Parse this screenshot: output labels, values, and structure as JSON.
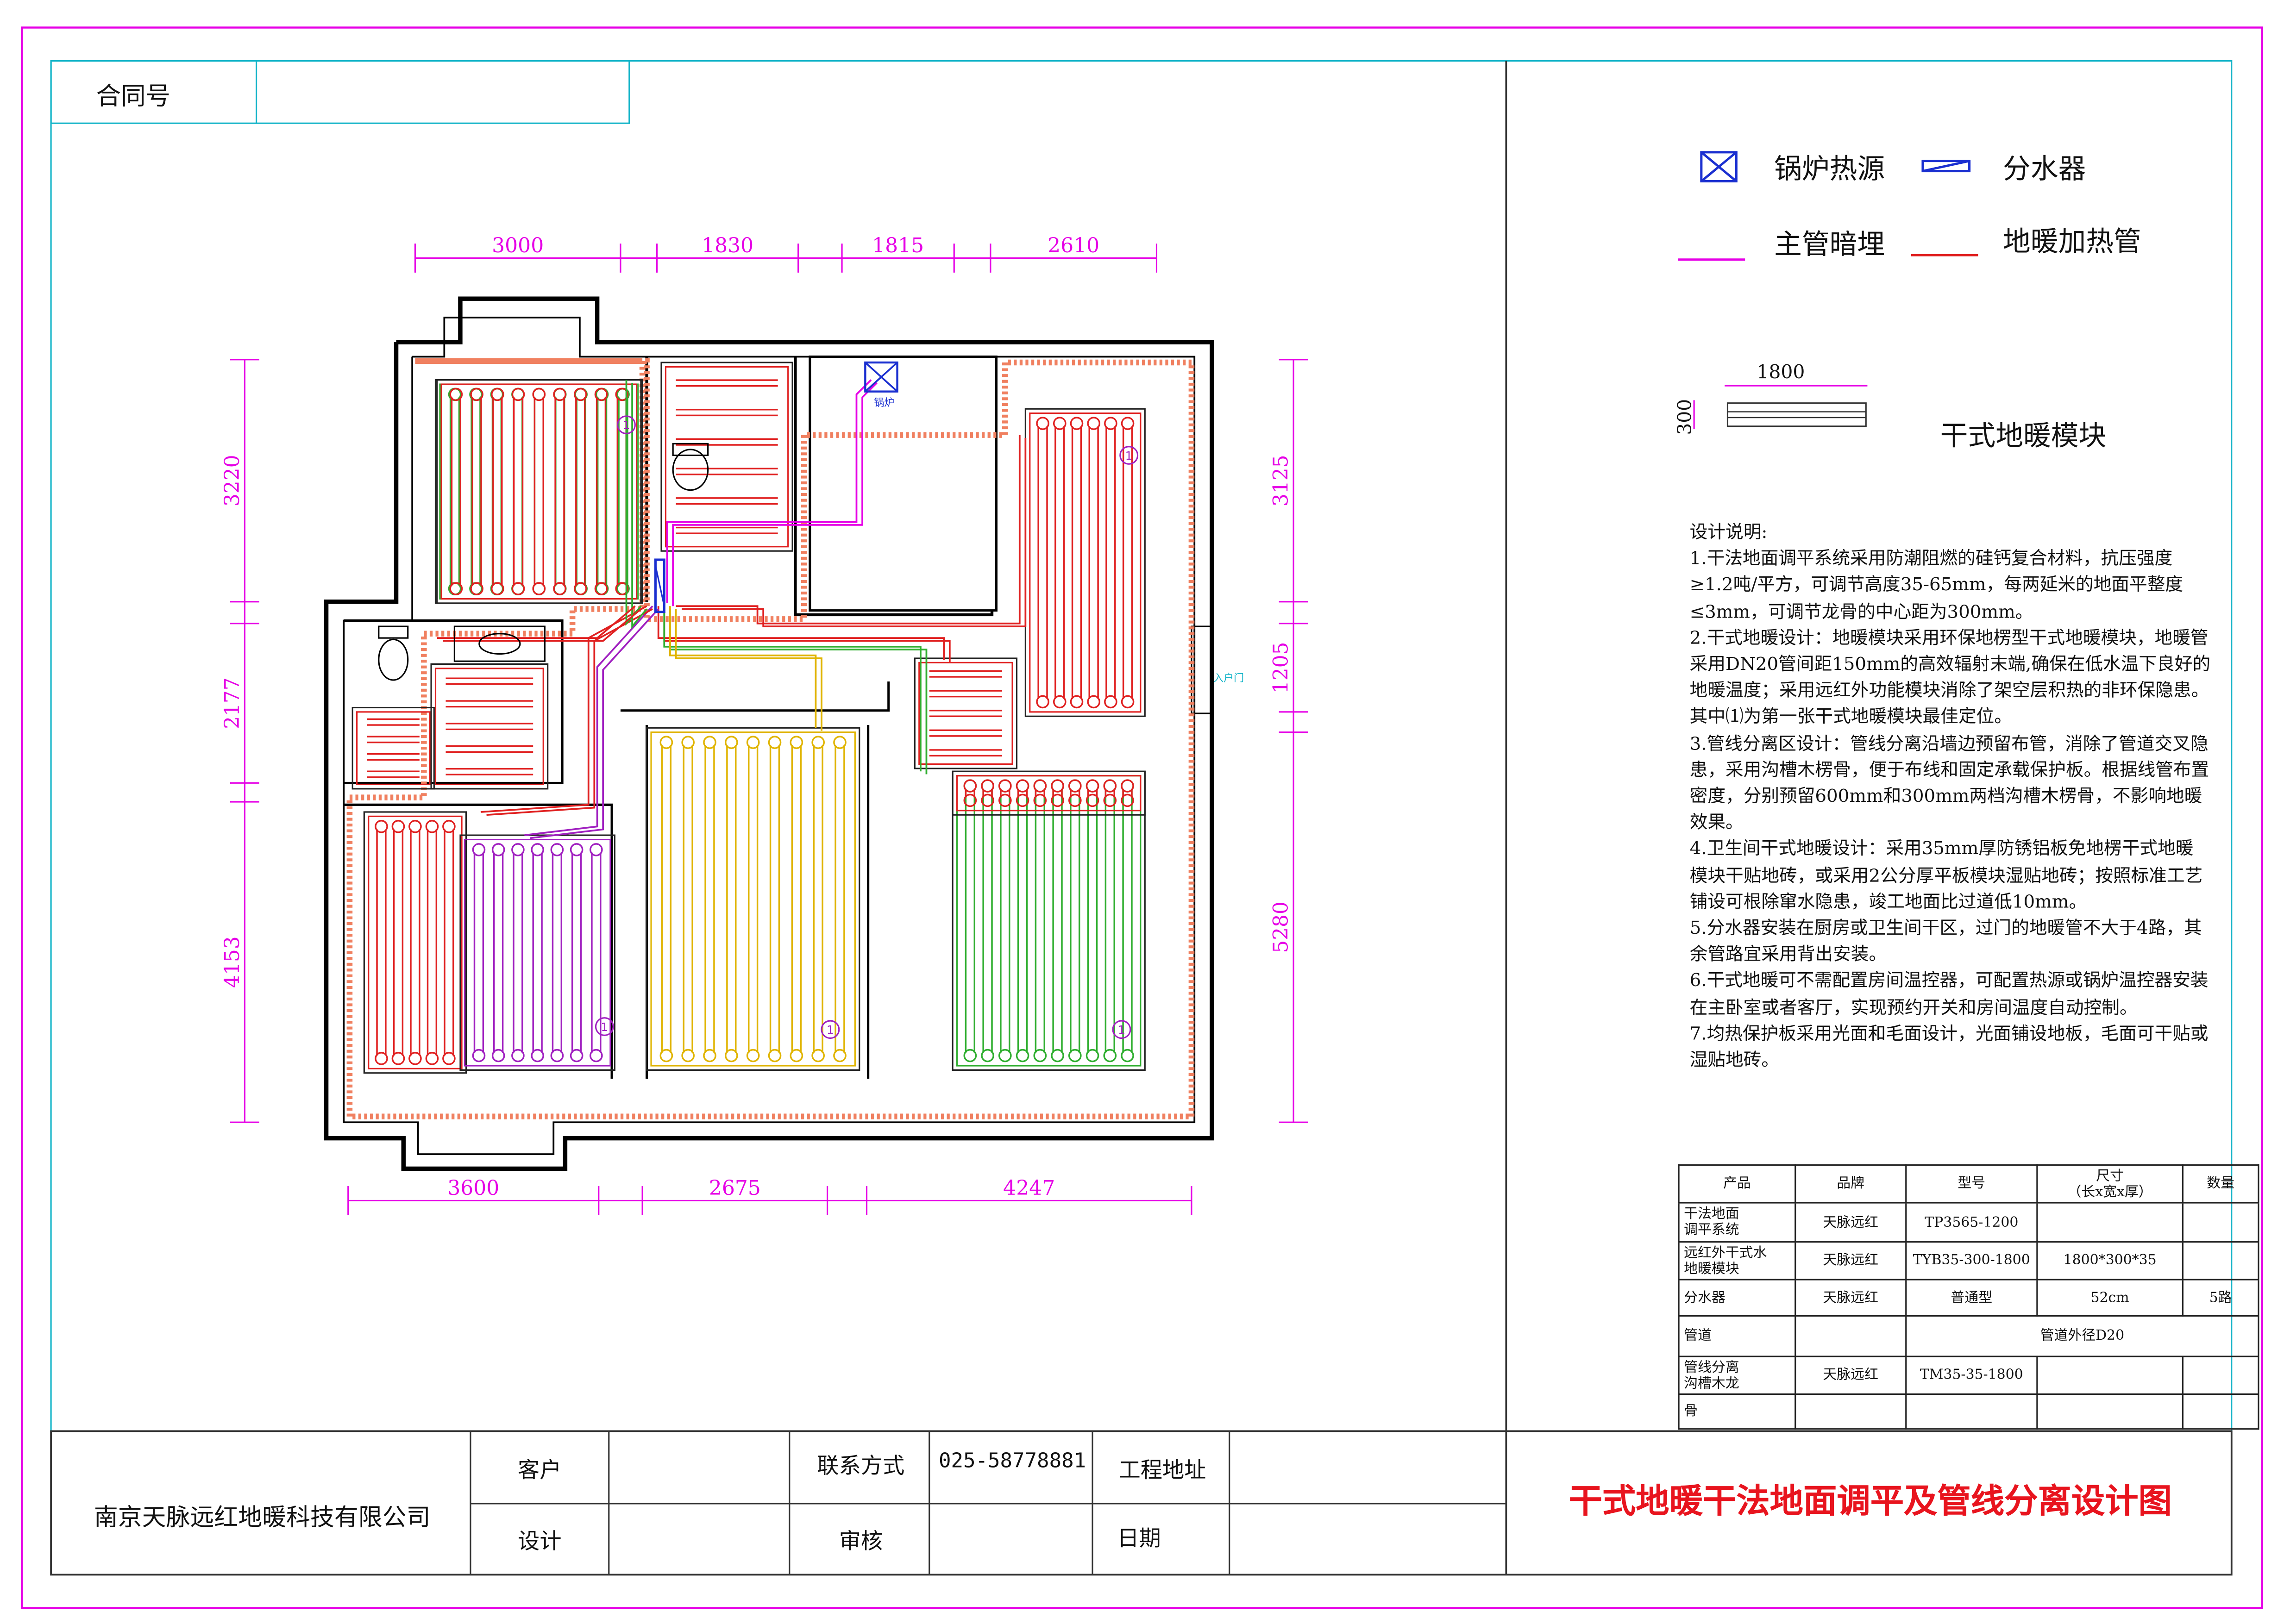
{
  "contract": {
    "label": "合同号",
    "value": ""
  },
  "legend": [
    {
      "icon": "boiler-icon",
      "label": "锅炉热源"
    },
    {
      "icon": "manifold-icon",
      "label": "分水器"
    },
    {
      "icon": "main-pipe-line-icon",
      "label": "主管暗埋"
    },
    {
      "icon": "heating-pipe-line-icon",
      "label": "地暖加热管"
    }
  ],
  "module": {
    "label": "干式地暖模块",
    "width": "1800",
    "height": "300"
  },
  "dimensions": {
    "top": [
      "3000",
      "1830",
      "1815",
      "2610"
    ],
    "bottom": [
      "3600",
      "2675",
      "4247"
    ],
    "left": [
      "3220",
      "2177",
      "4153"
    ],
    "right": [
      "3125",
      "1205",
      "5280"
    ]
  },
  "plan_labels": {
    "boiler": "锅炉",
    "entrance": "入户门",
    "loop_number": "1"
  },
  "notes": {
    "heading": "设计说明:",
    "items": [
      "1.干法地面调平系统采用防潮阻燃的硅钙复合材料，抗压强度≥1.2吨/平方，可调节高度35-65mm，每两延米的地面平整度≤3mm，可调节龙骨的中心距为300mm。",
      "2.干式地暖设计：地暖模块采用环保地楞型干式地暖模块，地暖管采用DN20管间距150mm的高效辐射末端,确保在低水温下良好的地暖温度；采用远红外功能模块消除了架空层积热的非环保隐患。其中⑴为第一张干式地暖模块最佳定位。",
      "3.管线分离区设计：管线分离沿墙边预留布管，消除了管道交叉隐患，采用沟槽木楞骨，便于布线和固定承载保护板。根据线管布置密度，分别预留600mm和300mm两档沟槽木楞骨，不影响地暖效果。",
      "4.卫生间干式地暖设计：采用35mm厚防锈铝板免地楞干式地暖模块干贴地砖，或采用2公分厚平板模块湿贴地砖；按照标准工艺铺设可根除窜水隐患，竣工地面比过道低10mm。",
      "5.分水器安装在厨房或卫生间干区，过门的地暖管不大于4路，其余管路宜采用背出安装。",
      "6.干式地暖可不需配置房间温控器，可配置热源或锅炉温控器安装在主卧室或者客厅，实现预约开关和房间温度自动控制。",
      "7.均热保护板采用光面和毛面设计，光面铺设地板，毛面可干贴或湿贴地砖。"
    ]
  },
  "spec_table": {
    "headers": [
      "产品",
      "品牌",
      "型号",
      "尺寸\n（长x宽x厚）",
      "数量"
    ],
    "rows": [
      [
        "干法地面\n调平系统",
        "天脉远红",
        "TP3565-1200",
        "",
        ""
      ],
      [
        "远红外干式水\n地暖模块",
        "天脉远红",
        "TYB35-300-1800",
        "1800*300*35",
        ""
      ],
      [
        "分水器",
        "天脉远红",
        "普通型",
        "52cm",
        "5路"
      ],
      [
        "管道",
        "",
        "管道外径D20",
        "",
        ""
      ],
      [
        "管线分离\n沟槽木龙",
        "天脉远红",
        "TM35-35-1800",
        "",
        ""
      ],
      [
        "骨",
        "",
        "",
        "",
        ""
      ]
    ]
  },
  "title_block": {
    "company": "南京天脉远红地暖科技有限公司",
    "client_label": "客户",
    "client_value": "",
    "contact_label": "联系方式",
    "contact_value": "025-58778881",
    "address_label": "工程地址",
    "address_value": "",
    "designer_label": "设计",
    "designer_value": "",
    "review_label": "审核",
    "review_value": "",
    "date_label": "日期",
    "date_value": "",
    "drawing_title": "干式地暖干法地面调平及管线分离设计图"
  },
  "colors": {
    "frame": "#e600e6",
    "inner_frame": "#14b4c8",
    "dimension": "#e600e6",
    "heating_pipe": "#e02020",
    "green_loop": "#2fae2f",
    "yellow_loop": "#e0b400",
    "purple_loop": "#a020c0",
    "manifold": "#1a2fd0",
    "title": "#e8141e"
  }
}
